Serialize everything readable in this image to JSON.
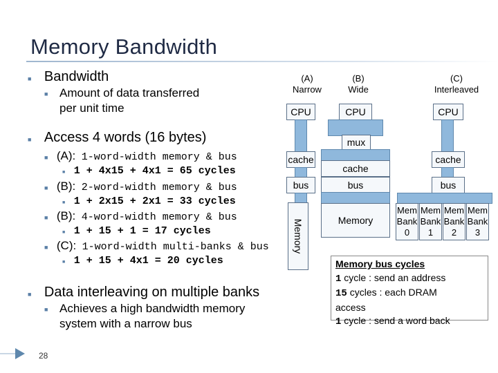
{
  "slide": {
    "title": "Memory Bandwidth",
    "number": "28"
  },
  "bullets": {
    "bandwidth": "Bandwidth",
    "bandwidth_def": "Amount of data transferred per unit time",
    "bandwidth_def_line1": "Amount of data transferred",
    "bandwidth_def_line2": "per unit time",
    "access": "Access 4 words (16 bytes)",
    "a_label": "(A):",
    "a_desc": "1-word-width memory & bus",
    "a_calc": "1 + 4x15 + 4x1 = 65 cycles",
    "b1_label": "(B):",
    "b1_desc": "2-word-width memory & bus",
    "b1_calc": "1 + 2x15 + 2x1 = 33 cycles",
    "b2_label": "(B):",
    "b2_desc": "4-word-width memory & bus",
    "b2_calc": "1 + 15 + 1 = 17 cycles",
    "c_label": "(C):",
    "c_desc": "1-word-width multi-banks & bus",
    "c_calc": "1 + 15 + 4x1 = 20 cycles",
    "interleave": "Data interleaving on multiple banks",
    "interleave_sub_line1": "Achieves a high bandwidth memory",
    "interleave_sub_line2": "system with a narrow bus"
  },
  "diagram": {
    "a_letter": "(A)",
    "a_name": "Narrow",
    "b_letter": "(B)",
    "b_name": "Wide",
    "c_letter": "(C)",
    "c_name": "Interleaved",
    "cpu": "CPU",
    "mux": "mux",
    "cache": "cache",
    "bus": "bus",
    "memory": "Memory",
    "banks": [
      {
        "line1": "Mem",
        "line2": "Bank",
        "num": "0"
      },
      {
        "line1": "Mem",
        "line2": "Bank",
        "num": "1"
      },
      {
        "line1": "Mem",
        "line2": "Bank",
        "num": "2"
      },
      {
        "line1": "Mem",
        "line2": "Bank",
        "num": "3"
      }
    ]
  },
  "memory_bus_note": {
    "heading": "Memory bus cycles",
    "l1_num": "1",
    "l1_text": "cycle : send an address",
    "l2_num": "15",
    "l2_text": "cycles : each DRAM",
    "l3_text": "access",
    "l4_num": "1",
    "l4_text": "cycle : send a word back"
  },
  "colors": {
    "title": "#1f2a44",
    "bullet": "#5a7fa6",
    "bus_fill": "#8fb8dc",
    "box_border": "#5a6f88"
  }
}
